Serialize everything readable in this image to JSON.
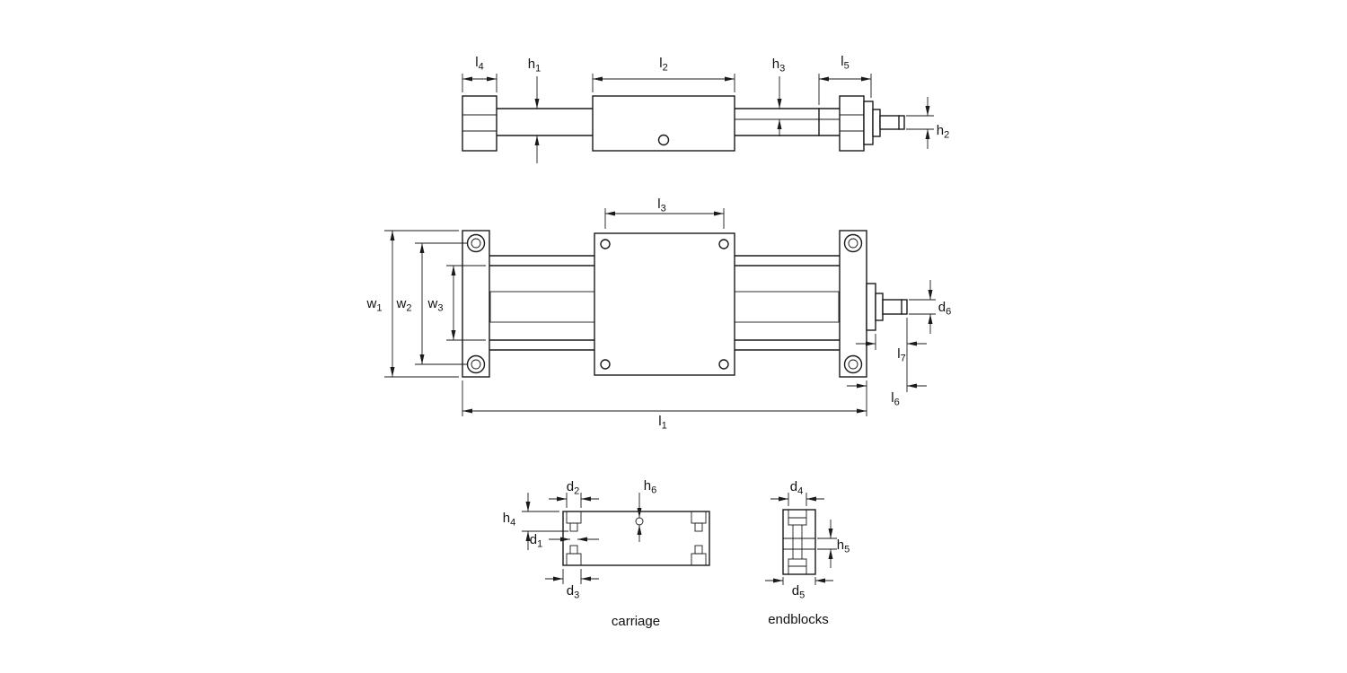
{
  "drawing": {
    "background": "#ffffff",
    "line_color": "#1a1a1a",
    "captions": {
      "carriage": "carriage",
      "endblocks": "endblocks"
    },
    "dimension_labels": {
      "l1": {
        "base": "l",
        "sub": "1"
      },
      "l2": {
        "base": "l",
        "sub": "2"
      },
      "l3": {
        "base": "l",
        "sub": "3"
      },
      "l4": {
        "base": "l",
        "sub": "4"
      },
      "l5": {
        "base": "l",
        "sub": "5"
      },
      "l6": {
        "base": "l",
        "sub": "6"
      },
      "l7": {
        "base": "l",
        "sub": "7"
      },
      "w1": {
        "base": "w",
        "sub": "1"
      },
      "w2": {
        "base": "w",
        "sub": "2"
      },
      "w3": {
        "base": "w",
        "sub": "3"
      },
      "h1": {
        "base": "h",
        "sub": "1"
      },
      "h2": {
        "base": "h",
        "sub": "2"
      },
      "h3": {
        "base": "h",
        "sub": "3"
      },
      "h4": {
        "base": "h",
        "sub": "4"
      },
      "h5": {
        "base": "h",
        "sub": "5"
      },
      "h6": {
        "base": "h",
        "sub": "6"
      },
      "d1": {
        "base": "d",
        "sub": "1"
      },
      "d2": {
        "base": "d",
        "sub": "2"
      },
      "d3": {
        "base": "d",
        "sub": "3"
      },
      "d4": {
        "base": "d",
        "sub": "4"
      },
      "d5": {
        "base": "d",
        "sub": "5"
      },
      "d6": {
        "base": "d",
        "sub": "6"
      }
    }
  }
}
